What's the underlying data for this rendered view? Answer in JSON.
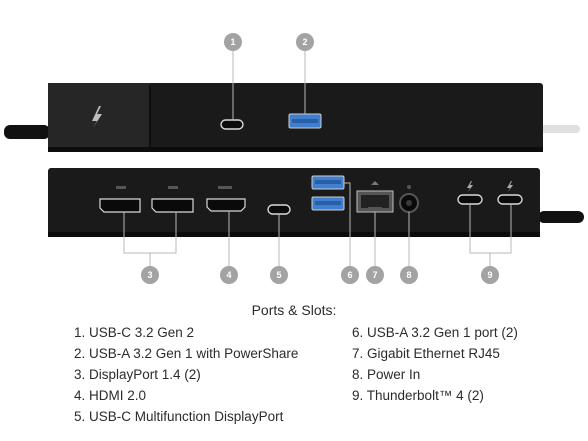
{
  "callouts": {
    "n1": "1",
    "n2": "2",
    "n3": "3",
    "n4": "4",
    "n5": "5",
    "n6": "6",
    "n7": "7",
    "n8": "8",
    "n9": "9"
  },
  "legend": {
    "title": "Ports & Slots:",
    "left": [
      "1. USB-C 3.2 Gen 2",
      "2. USB-A 3.2 Gen 1 with PowerShare",
      "3. DisplayPort 1.4 (2)",
      "4. HDMI 2.0",
      "5. USB-C Multifunction DisplayPort"
    ],
    "right": [
      "6. USB-A 3.2 Gen 1 port (2)",
      "7. Gigabit Ethernet RJ45",
      "8. Power In",
      "9. Thunderbolt™ 4 (2)"
    ]
  },
  "colors": {
    "dock_body": "#1c1c1c",
    "usb_blue": "#3f7fd0",
    "callout_gray": "#a3a3a3"
  },
  "icons": [
    "thunderbolt-icon",
    "usb-c-port",
    "usb-a-port",
    "displayport-port",
    "hdmi-port",
    "ethernet-port",
    "power-port"
  ]
}
